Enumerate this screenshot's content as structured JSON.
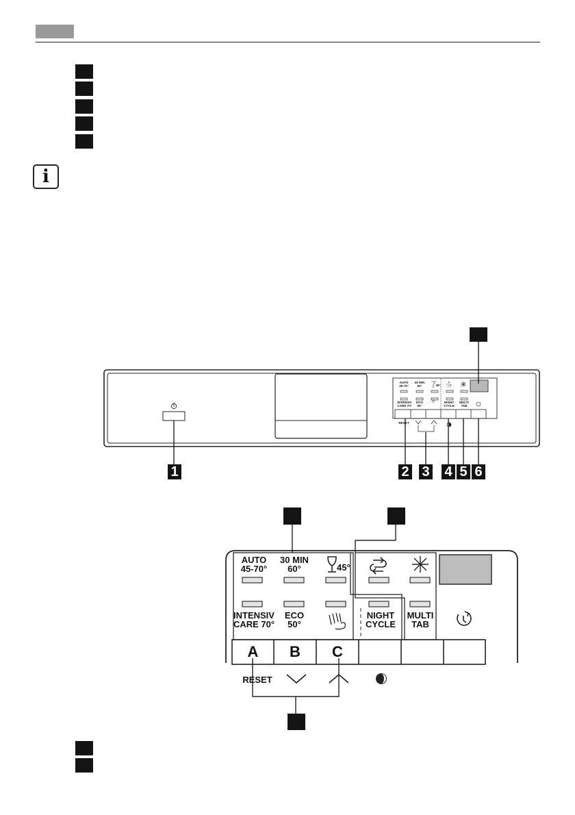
{
  "info_icon": "i",
  "marker_numbers": [
    "1",
    "2",
    "3",
    "4",
    "5",
    "6"
  ],
  "panel_small": {
    "auto": "AUTO",
    "auto_temp": "45-70°",
    "min30": "30 MIN",
    "min30_temp": "60°",
    "glass_temp": "45°",
    "intensiv": "INTENSIV",
    "intensiv_temp": "CARE 70°",
    "eco": "ECO",
    "eco_temp": "50°",
    "night": "NIGHT",
    "cycle": "CYCLE",
    "multi": "MULTI",
    "tab": "TAB",
    "reset": "RESET"
  },
  "panel_large": {
    "auto": "AUTO",
    "auto_temp": "45-70°",
    "min30": "30 MIN",
    "min30_temp": "60°",
    "glass_temp": "45°",
    "intensiv": "INTENSIV",
    "intensiv_temp": "CARE 70°",
    "eco": "ECO",
    "eco_temp": "50°",
    "night": "NIGHT",
    "cycle": "CYCLE",
    "multi": "MULTI",
    "tab": "TAB",
    "reset": "RESET",
    "key_a": "A",
    "key_b": "B",
    "key_c": "C"
  },
  "icons": [
    "power-icon",
    "wine-glass-icon",
    "spray-icon",
    "recycle-arrows-icon",
    "sparkle-icon",
    "delay-clock-icon",
    "half-moon-icon",
    "chevron-down-icon",
    "chevron-up-icon"
  ]
}
